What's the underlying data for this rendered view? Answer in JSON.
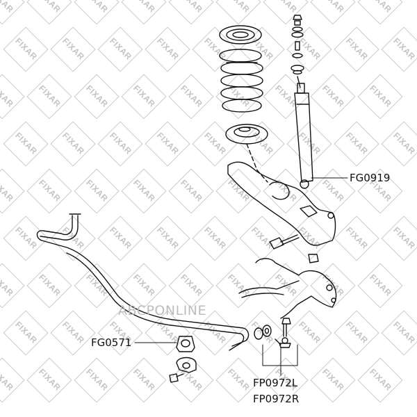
{
  "watermark": {
    "brand": "FIXAR",
    "site": "ABCPONLINE"
  },
  "callouts": [
    {
      "id": "shock",
      "text": "FG0919"
    },
    {
      "id": "bushing",
      "text": "FG0571"
    },
    {
      "id": "link-left",
      "text": "FP0972L"
    },
    {
      "id": "link-right",
      "text": "FP0972R"
    }
  ],
  "colors": {
    "line": "#111111",
    "watermark": "#c4c4c4"
  }
}
